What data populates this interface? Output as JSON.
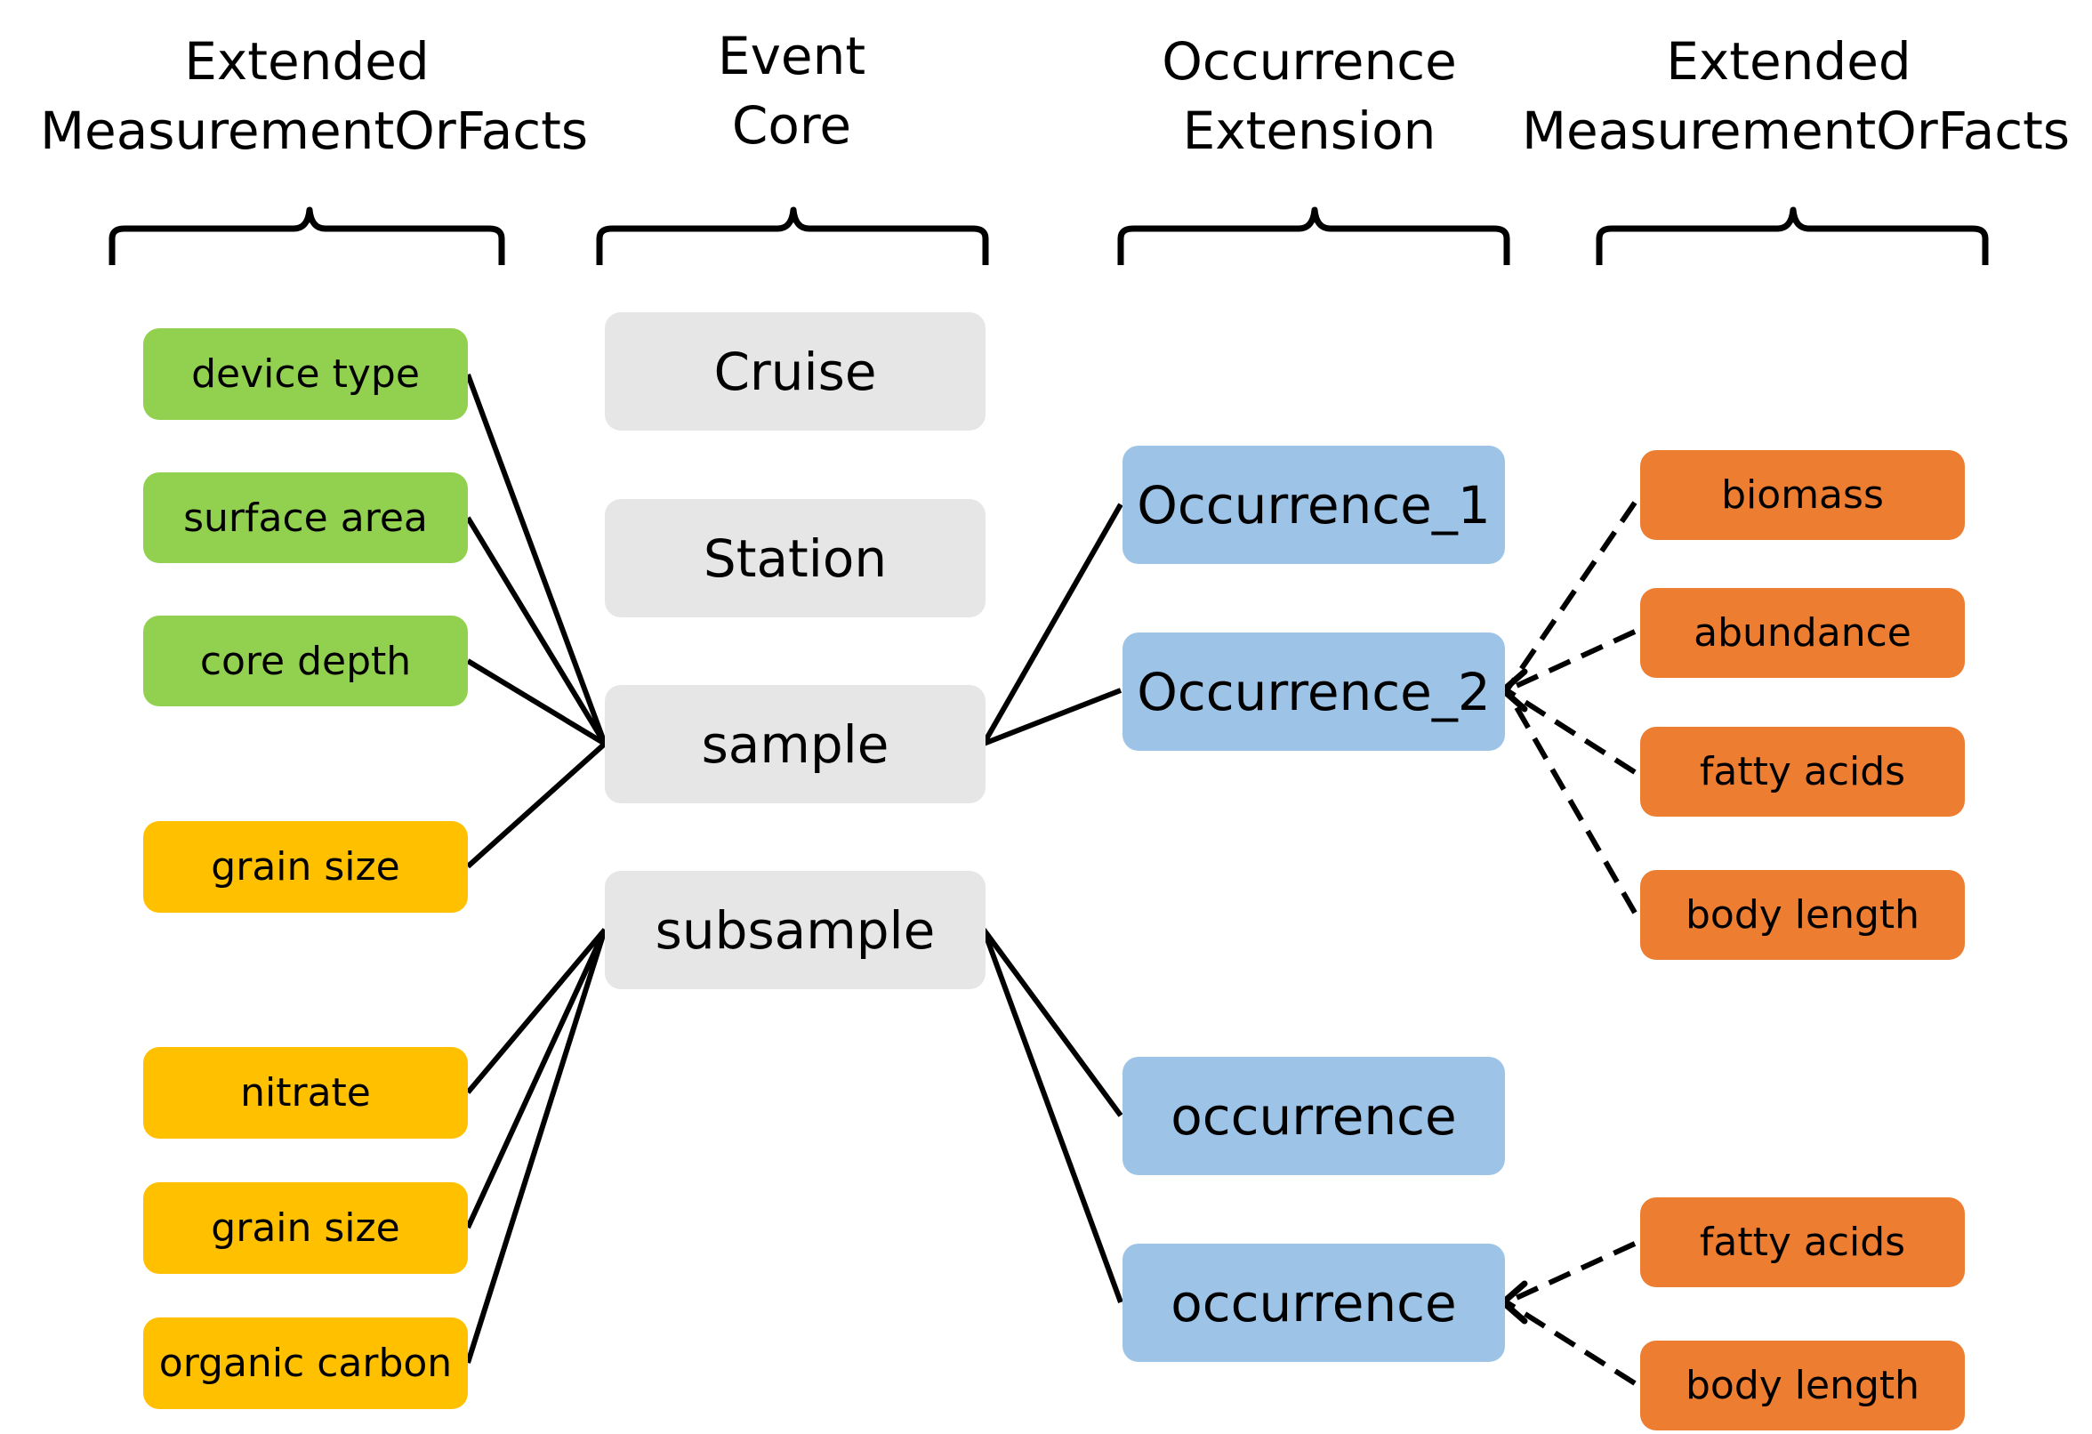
{
  "headers": {
    "emof_left": [
      "Extended",
      "MeasurementOrFacts"
    ],
    "event_core": [
      "Event",
      "Core"
    ],
    "occurrence_ext": [
      "Occurrence",
      "Extension"
    ],
    "emof_right": [
      "Extended",
      "MeasurementOrFacts"
    ]
  },
  "left_mof": {
    "sample_facts": [
      "device type",
      "surface area",
      "core depth",
      "grain size"
    ],
    "subsample_facts": [
      "nitrate",
      "grain size",
      "organic carbon"
    ]
  },
  "events": [
    "Cruise",
    "Station",
    "sample",
    "subsample"
  ],
  "occurrences": [
    "Occurrence_1",
    "Occurrence_2",
    "occurrence",
    "occurrence"
  ],
  "right_mof": {
    "occurrence_2_facts": [
      "biomass",
      "abundance",
      "fatty acids",
      "body length"
    ],
    "occurrence_4_facts": [
      "fatty acids",
      "body length"
    ]
  },
  "colors": {
    "event_fill": "#e7e6e6",
    "occurrence_fill": "#9dc3e6",
    "event_level_fact_fill": "#92d050",
    "sample_level_fact_fill": "#ffc000",
    "occurrence_fact_fill": "#ed7d31",
    "line": "#000000"
  }
}
